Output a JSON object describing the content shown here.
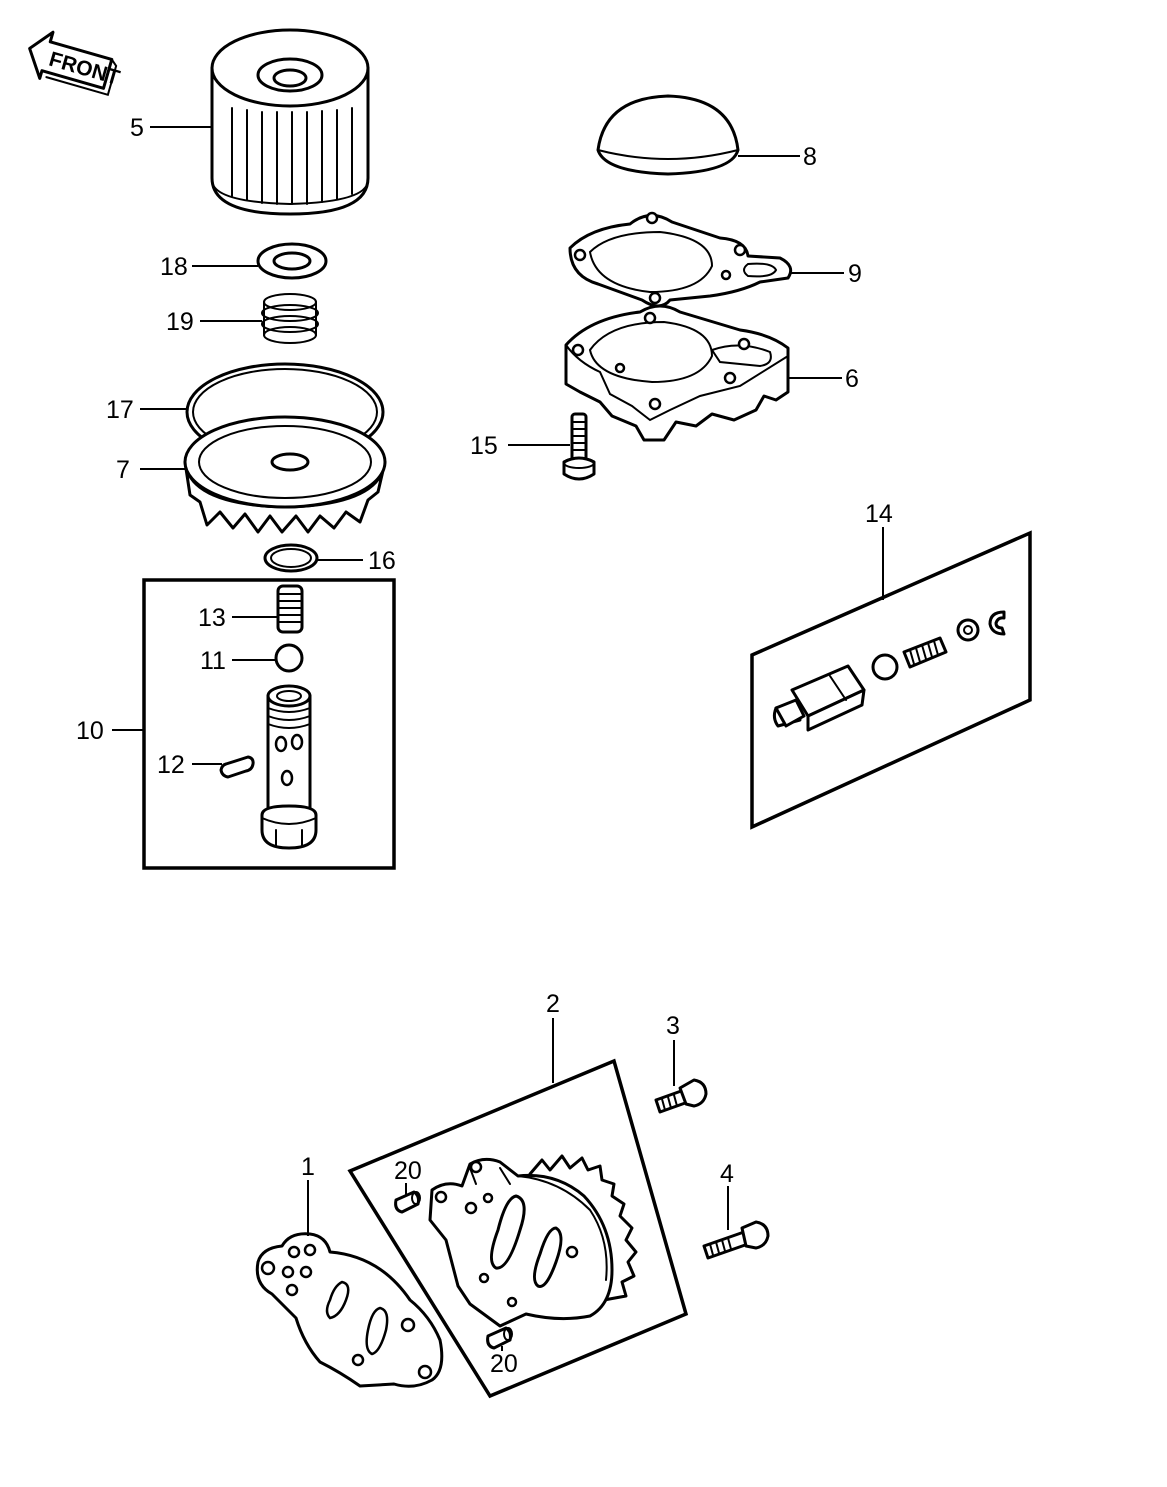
{
  "direction_label": "FRONT",
  "callouts": {
    "p1": "1",
    "p2": "2",
    "p3": "3",
    "p4": "4",
    "p5": "5",
    "p6": "6",
    "p7": "7",
    "p8": "8",
    "p9": "9",
    "p10": "10",
    "p11": "11",
    "p12": "12",
    "p13": "13",
    "p14": "14",
    "p15": "15",
    "p16": "16",
    "p17": "17",
    "p18": "18",
    "p19": "19",
    "p20a": "20",
    "p20b": "20"
  },
  "colors": {
    "line": "#000000",
    "background": "#ffffff"
  }
}
